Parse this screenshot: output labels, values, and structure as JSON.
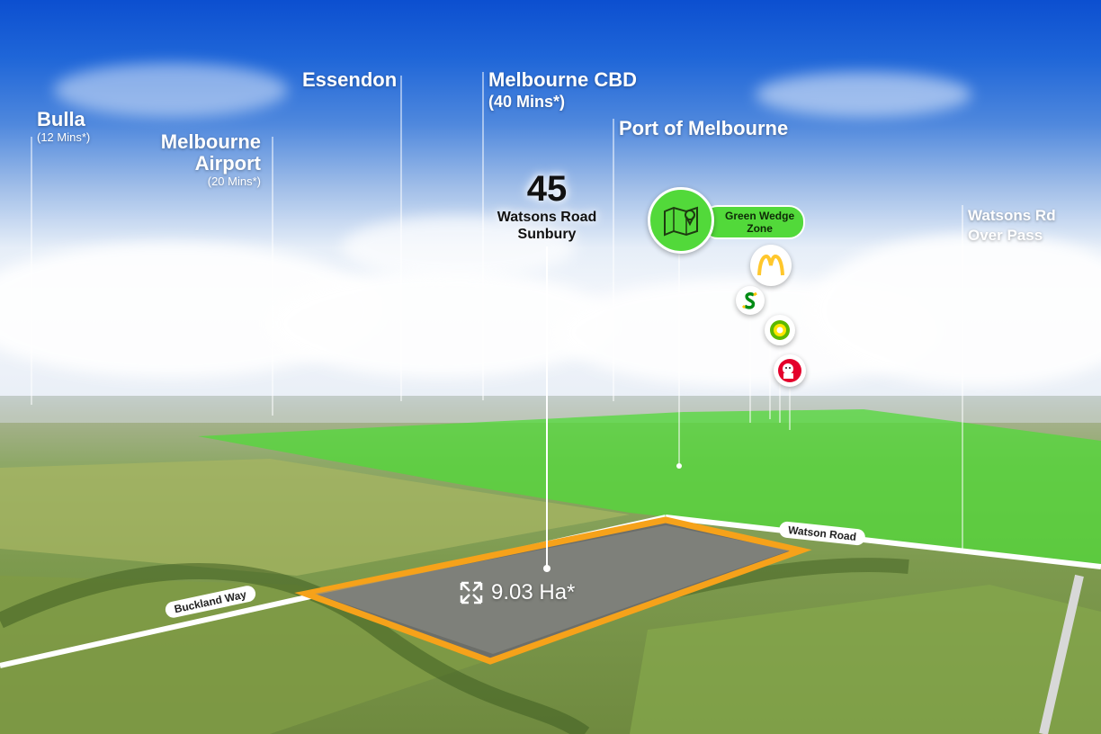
{
  "labels": {
    "bulla": {
      "name": "Bulla",
      "time": "(12 Mins*)"
    },
    "airport": {
      "name_line1": "Melbourne",
      "name_line2": "Airport",
      "time": "(20 Mins*)"
    },
    "essendon": {
      "name": "Essendon"
    },
    "cbd": {
      "name": "Melbourne CBD",
      "time": "(40 Mins*)"
    },
    "port": {
      "name": "Port of Melbourne"
    },
    "watsons_overpass": {
      "line1": "Watsons Rd",
      "line2": "Over Pass"
    }
  },
  "property": {
    "number": "45",
    "street": "Watsons Road",
    "suburb": "Sunbury",
    "area": "9.03 Ha*"
  },
  "zone": {
    "label_line1": "Green Wedge",
    "label_line2": "Zone"
  },
  "roads": {
    "buckland": "Buckland Way",
    "watson": "Watson Road"
  },
  "amenities": [
    {
      "icon": "mcdonalds-icon",
      "color": "#ffc72c"
    },
    {
      "icon": "subway-icon",
      "color": "#008c15"
    },
    {
      "icon": "bp-icon",
      "color": "#5cb900"
    },
    {
      "icon": "kfc-icon",
      "color": "#e4002b"
    }
  ],
  "colors": {
    "zone_green": "#52d93a",
    "boundary": "#f6a21a"
  }
}
